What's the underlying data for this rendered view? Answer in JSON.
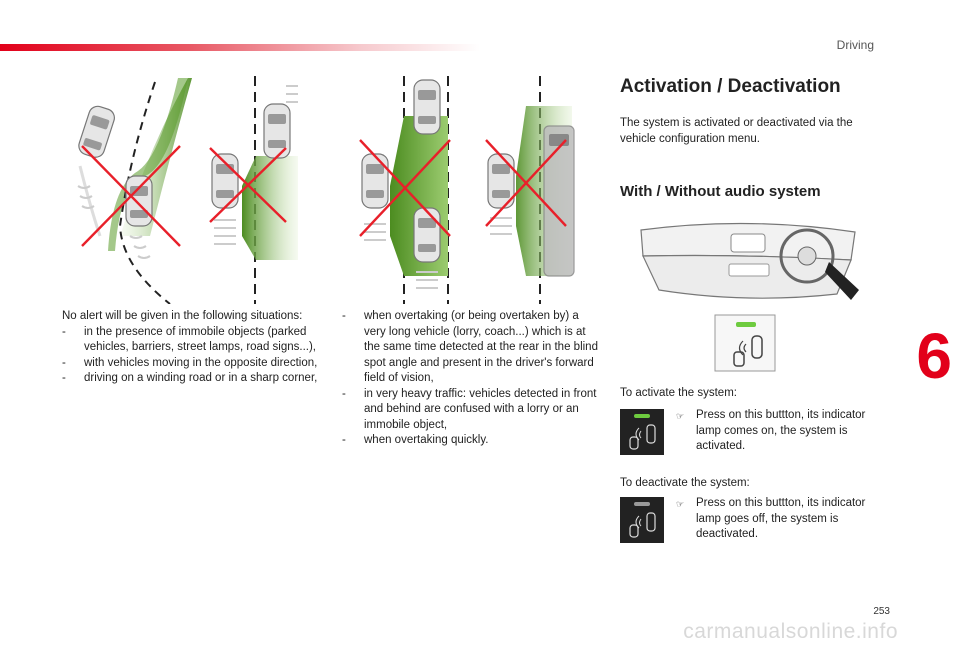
{
  "header": {
    "section": "Driving"
  },
  "footer": {
    "page_number": "253",
    "watermark": "carmanualsonline.info"
  },
  "chapter": {
    "number": "6"
  },
  "left_column": {
    "intro": "No alert will be given in the following situations:",
    "items": [
      "in the presence of immobile objects (parked vehicles, barriers, street lamps, road signs...),",
      "with vehicles moving in the opposite direction,",
      "driving on a winding road or in a sharp corner,"
    ]
  },
  "middle_column": {
    "items": [
      "when overtaking (or being overtaken by) a very long vehicle (lorry, coach...) which is at the same time detected at the rear in the blind spot angle and present in the driver's forward field of vision,",
      "in very heavy traffic: vehicles detected in front and behind are confused with a lorry or an immobile object,",
      "when overtaking quickly."
    ]
  },
  "right_column": {
    "heading": "Activation / Deactivation",
    "activation_text": "The system is activated or deactivated via the vehicle configuration menu.",
    "subheading": "With / Without audio system",
    "to_activate": "To activate the system:",
    "activate_step": "Press on this buttton, its indicator lamp comes on, the system is activated.",
    "to_deactivate": "To deactivate the system:",
    "deactivate_step": "Press on this buttton, its indicator lamp goes off, the system is deactivated."
  },
  "colors": {
    "brand_red": "#e2001a",
    "zone_green": "#5a9a2a",
    "indicator_on": "#6ecb3f",
    "indicator_off": "#9a9a9a",
    "button_dark": "#222222",
    "cross_red": "#e8202a"
  }
}
